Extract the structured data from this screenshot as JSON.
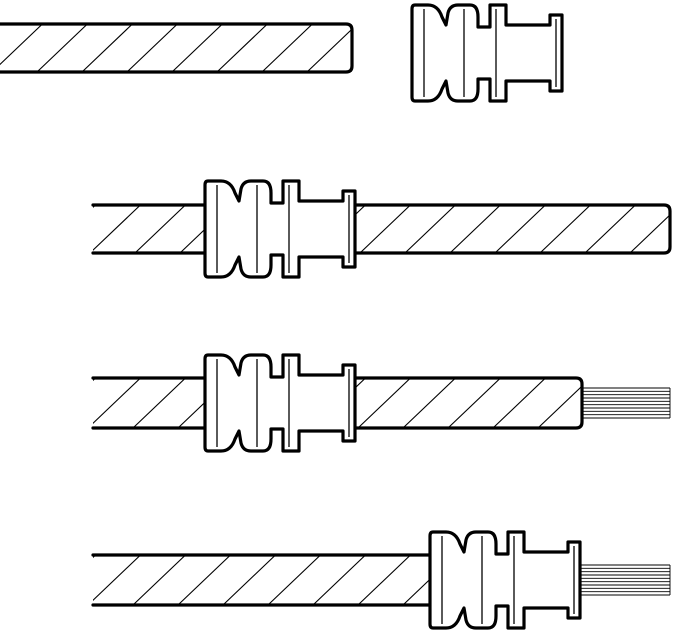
{
  "diagram": {
    "description_visible_text": [],
    "steps": [
      {
        "name": "cable-and-seal-separate",
        "has_seal_on_cable": false,
        "has_stripped_end": false
      },
      {
        "name": "seal-slid-on-cable",
        "has_seal_on_cable": true,
        "has_stripped_end": false
      },
      {
        "name": "insulation-stripped",
        "has_seal_on_cable": true,
        "has_stripped_end": true
      },
      {
        "name": "seal-moved-to-end",
        "has_seal_on_cable": true,
        "has_stripped_end": true
      }
    ],
    "colors": {
      "line": "#000000",
      "background": "#ffffff"
    }
  }
}
